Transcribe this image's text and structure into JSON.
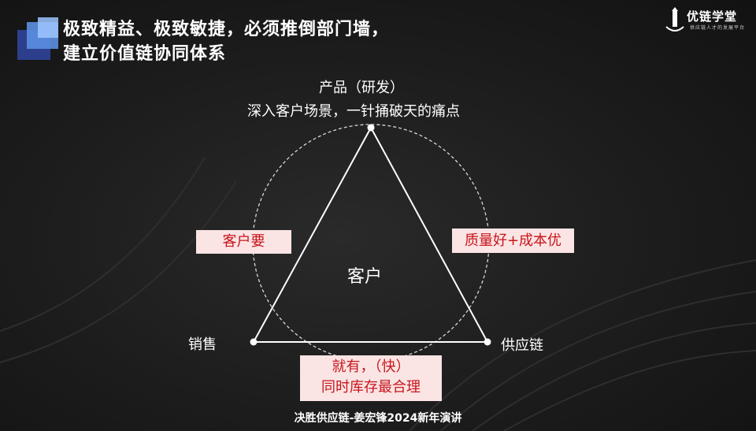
{
  "title": {
    "line1": "极致精益、极致敏捷，必须推倒部门墙，",
    "line2": "建立价值链协同体系"
  },
  "logo": {
    "name": "优链学堂",
    "tagline": "供应链人才的发展平台",
    "mark": "lighthouse-logo-icon"
  },
  "diagram": {
    "top_label": "产品（研发）",
    "top_sublabel": "深入客户场景，一针捅破天的痛点",
    "left_label": "销售",
    "right_label": "供应链",
    "center_label": "客户",
    "left_box": "客户要",
    "right_box": "质量好+成本优",
    "bottom_box_line1": "就有，（快）",
    "bottom_box_line2": "同时库存最合理"
  },
  "footer": "决胜供应链-姜宏锋2024新年演讲",
  "colors": {
    "background": "#1c1c1c",
    "box_bg": "#fbe4e4",
    "box_text": "#c8151b",
    "accent_blue": "#5c8fe0"
  }
}
